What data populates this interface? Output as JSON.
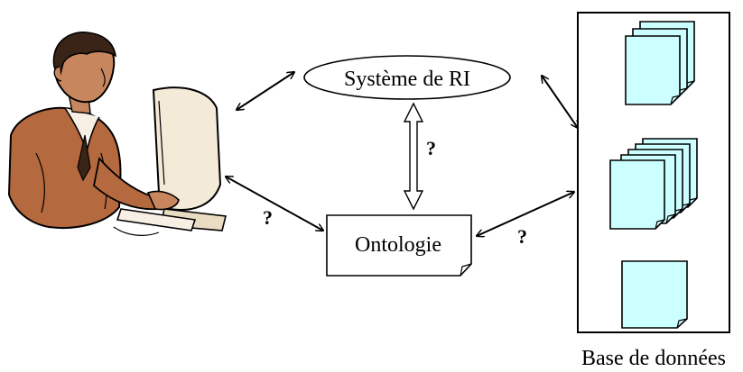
{
  "nodes": {
    "ri_system": {
      "label": "Système de RI"
    },
    "ontology": {
      "label": "Ontologie"
    },
    "database": {
      "label": "Base de données"
    }
  },
  "edges": {
    "user_ontology": {
      "label": "?"
    },
    "ri_ontology": {
      "label": "?"
    },
    "ontology_database": {
      "label": "?"
    }
  },
  "colors": {
    "document_fill": "#ccffff",
    "skin": "#c8865f",
    "suit": "#b5693f",
    "hair": "#3a2417",
    "monitor": "#f4ead8",
    "stroke": "#000000"
  },
  "icons": [
    "user-at-computer-icon",
    "document-stack-icon",
    "document-icon"
  ]
}
